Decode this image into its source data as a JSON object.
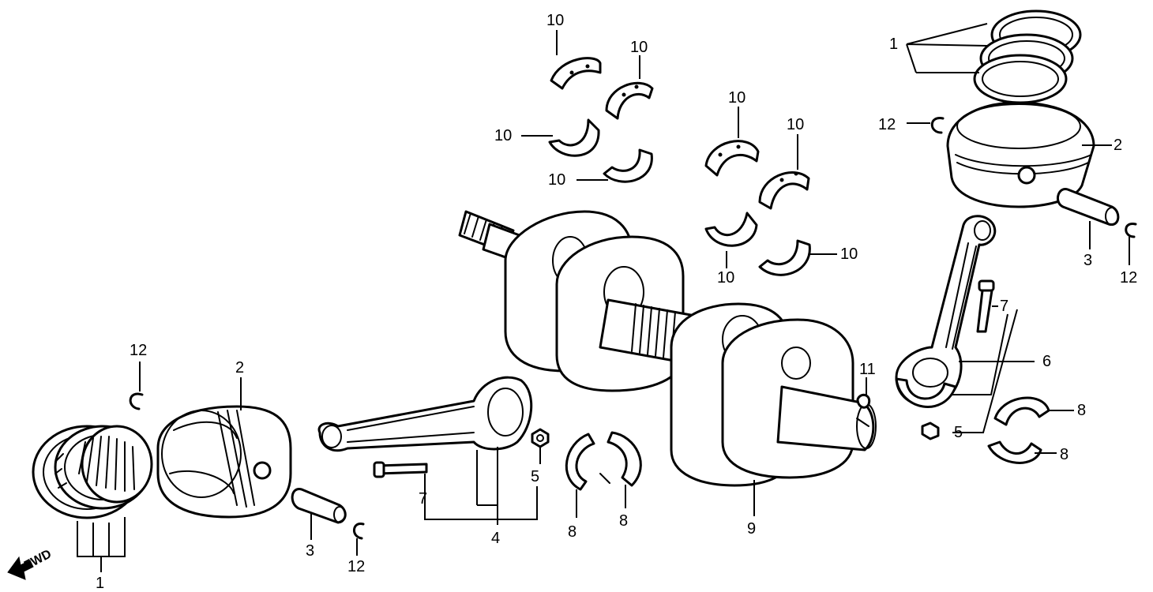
{
  "labels": {
    "piston_rings_left": "1",
    "piston_left": "2",
    "piston_pin_left": "3",
    "conrod_left": "4",
    "nut_left": "5",
    "bolt_left": "7",
    "rod_bearing_left_a": "8",
    "rod_bearing_left_b": "8",
    "clip_left_top": "12",
    "clip_left_bottom": "12",
    "crankshaft": "9",
    "woodruff_key": "11",
    "main_bearing_1": "10",
    "main_bearing_2": "10",
    "main_bearing_3": "10",
    "main_bearing_4": "10",
    "main_bearing_5": "10",
    "main_bearing_6": "10",
    "main_bearing_7": "10",
    "main_bearing_8": "10",
    "piston_rings_right": "1",
    "piston_right": "2",
    "piston_pin_right": "3",
    "clip_right_top": "12",
    "clip_right_bottom": "12",
    "bolt_right": "7",
    "conrod_right_cap": "6",
    "nut_right": "5",
    "rod_bearing_right_a": "8",
    "rod_bearing_right_b": "8"
  },
  "forward_indicator": "FWD"
}
